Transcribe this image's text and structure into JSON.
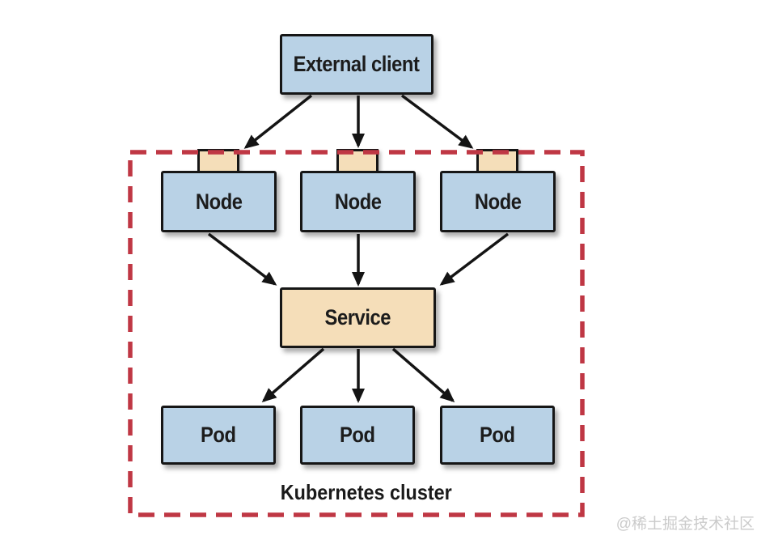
{
  "diagram": {
    "external_client_label": "External client",
    "node_labels": [
      "Node",
      "Node",
      "Node"
    ],
    "service_label": "Service",
    "pod_labels": [
      "Pod",
      "Pod",
      "Pod"
    ],
    "cluster_label": "Kubernetes cluster",
    "watermark": "@稀土掘金技术社区",
    "edges": [
      {
        "from": "external-client",
        "to": "node-1"
      },
      {
        "from": "external-client",
        "to": "node-2"
      },
      {
        "from": "external-client",
        "to": "node-3"
      },
      {
        "from": "node-1",
        "to": "service"
      },
      {
        "from": "node-2",
        "to": "service"
      },
      {
        "from": "node-3",
        "to": "service"
      },
      {
        "from": "service",
        "to": "pod-1"
      },
      {
        "from": "service",
        "to": "pod-2"
      },
      {
        "from": "service",
        "to": "pod-3"
      }
    ]
  },
  "colors": {
    "node_fill": "#b9d2e6",
    "service_fill": "#f5deb9",
    "cluster_border": "#bf3744",
    "line": "#141414",
    "watermark": "#cbcbcb"
  }
}
